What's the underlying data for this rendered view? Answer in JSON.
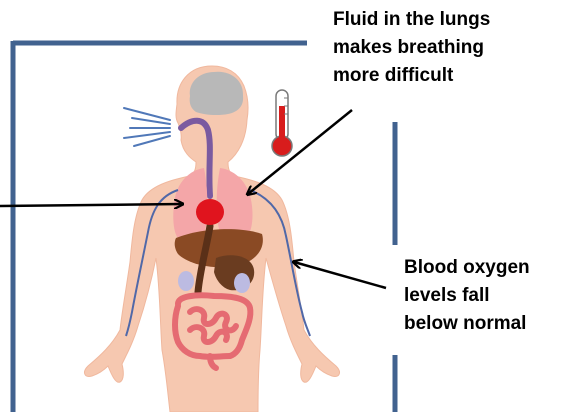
{
  "callouts": {
    "lungs": {
      "lines": [
        "Fluid in the lungs",
        "makes breathing",
        "more difficult"
      ]
    },
    "oxygen": {
      "lines": [
        "Blood oxygen",
        "levels fall",
        "below normal"
      ]
    }
  },
  "colors": {
    "frame": "#41628f",
    "skin": "#f6c8b0",
    "skin_edge": "#f0b89e",
    "brain": "#b8b8b8",
    "lungs": "#f4a6a8",
    "heart": "#e0141e",
    "liver": "#8a4a24",
    "stomach": "#6a3c20",
    "intestines": "#e56b72",
    "kidneys": "#bcbbe2",
    "vessels": "#5068a8",
    "breath": "#5078b8",
    "thermometer_mercury": "#d81c1c",
    "arrow": "#000000"
  },
  "icons": [
    "breath-lines-icon",
    "thermometer-icon"
  ]
}
